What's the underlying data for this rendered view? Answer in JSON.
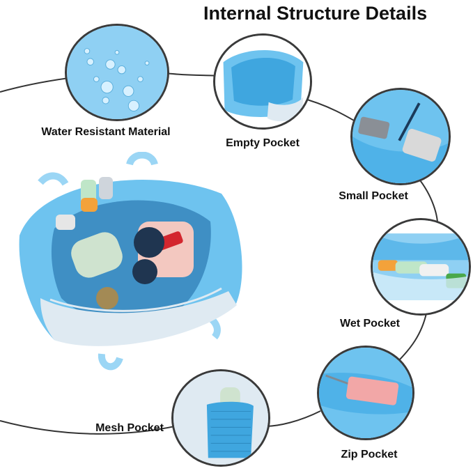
{
  "title": "Internal Structure Details",
  "features": [
    {
      "label": "Water Resistant Material"
    },
    {
      "label": "Empty Pocket"
    },
    {
      "label": "Small Pocket"
    },
    {
      "label": "Wet Pocket"
    },
    {
      "label": "Zip Pocket"
    },
    {
      "label": "Mesh Pocket"
    }
  ],
  "colors": {
    "bag_blue": "#6ec3ef",
    "bag_light": "#bfe6fb",
    "glitter": "#dfeaf2",
    "outline": "#3a3a3a"
  }
}
